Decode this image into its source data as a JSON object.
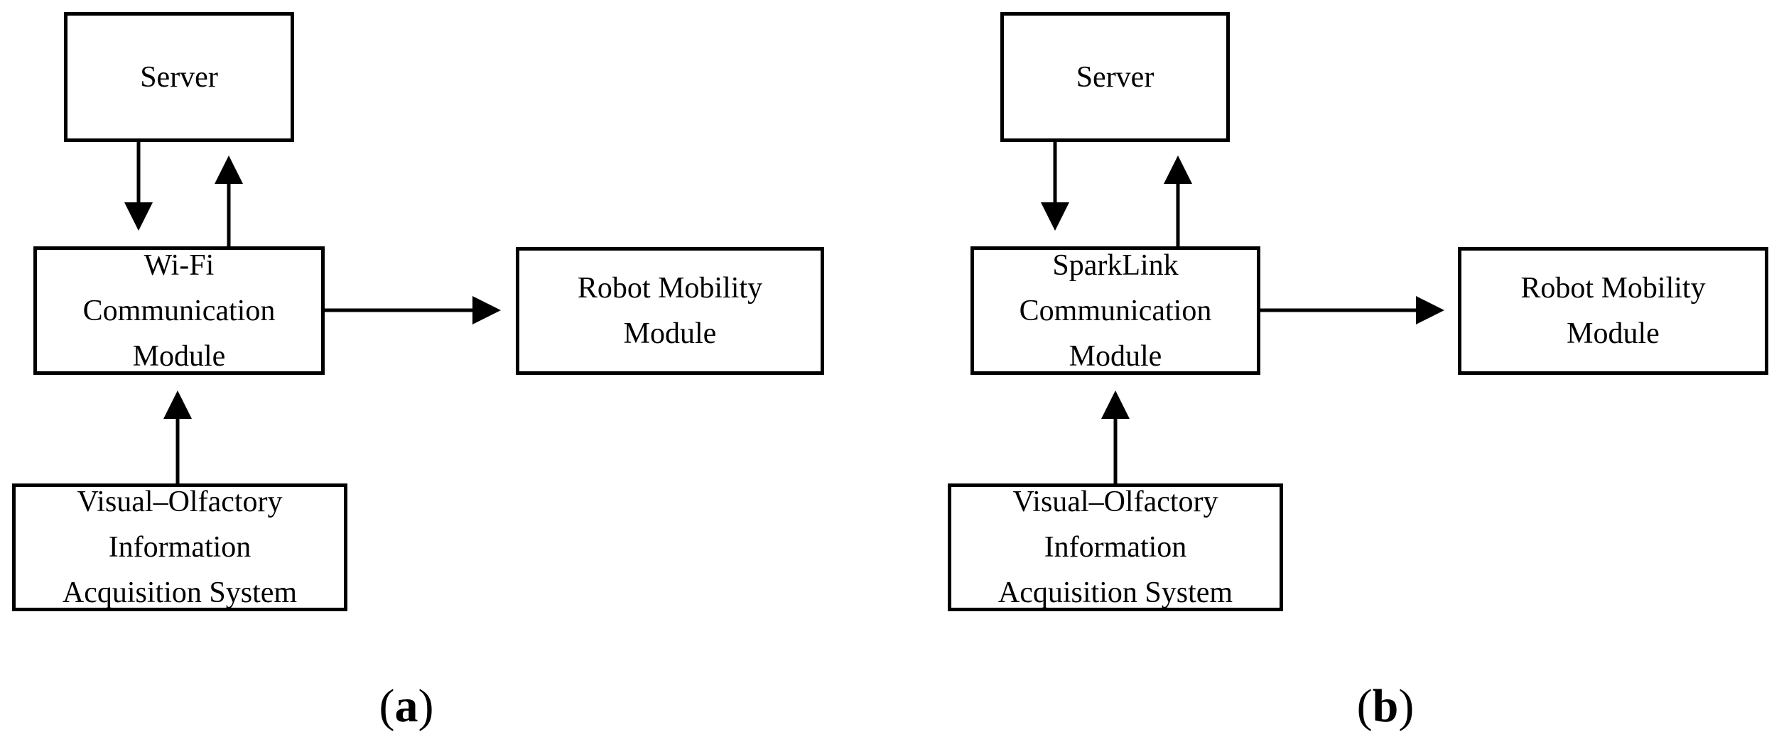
{
  "panels": [
    {
      "label_open": "(",
      "label_letter": "a",
      "label_close": ")",
      "server": [
        "Server"
      ],
      "comm": [
        "Wi-Fi",
        "Communication",
        "Module"
      ],
      "robot": [
        "Robot Mobility",
        "Module"
      ],
      "visual": [
        "Visual–Olfactory",
        "Information",
        "Acquisition System"
      ]
    },
    {
      "label_open": "(",
      "label_letter": "b",
      "label_close": ")",
      "server": [
        "Server"
      ],
      "comm": [
        "SparkLink",
        "Communication",
        "Module"
      ],
      "robot": [
        "Robot Mobility",
        "Module"
      ],
      "visual": [
        "Visual–Olfactory",
        "Information",
        "Acquisition System"
      ]
    }
  ],
  "colors": {
    "line": "#000000",
    "background": "#ffffff"
  }
}
